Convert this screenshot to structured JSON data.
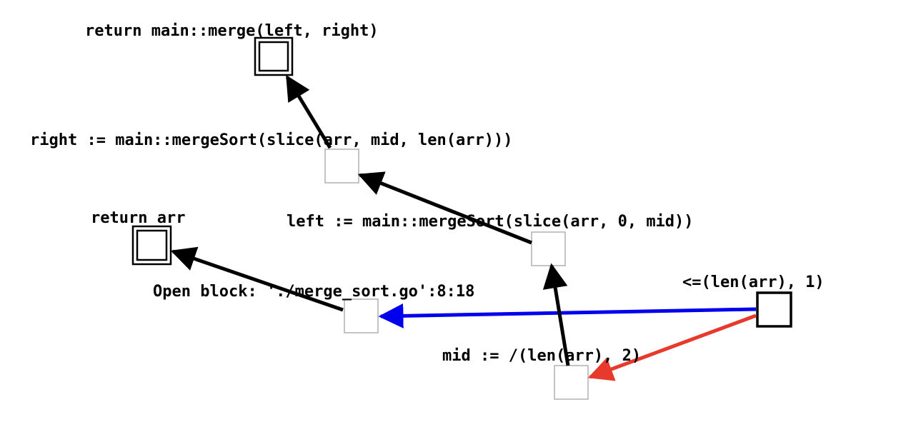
{
  "diagram": {
    "type": "control-flow-graph",
    "nodes": [
      {
        "id": "return_merge",
        "label": "return main::merge(left, right)",
        "kind": "exit"
      },
      {
        "id": "right_assign",
        "label": "right := main::mergeSort(slice(arr, mid, len(arr)))",
        "kind": "block"
      },
      {
        "id": "left_assign",
        "label": "left := main::mergeSort(slice(arr, 0, mid))",
        "kind": "block"
      },
      {
        "id": "return_arr",
        "label": "return arr",
        "kind": "exit"
      },
      {
        "id": "open_block",
        "label": "Open block: './merge_sort.go':8:18",
        "kind": "block"
      },
      {
        "id": "cond",
        "label": "<=(len(arr), 1)",
        "kind": "entry"
      },
      {
        "id": "mid_assign",
        "label": "mid := /(len(arr), 2)",
        "kind": "block"
      }
    ],
    "edges": [
      {
        "from": "cond",
        "to": "open_block",
        "color": "#0000ee",
        "branch": "true"
      },
      {
        "from": "cond",
        "to": "mid_assign",
        "color": "#e8392d",
        "branch": "false"
      },
      {
        "from": "open_block",
        "to": "return_arr",
        "color": "#000000"
      },
      {
        "from": "mid_assign",
        "to": "left_assign",
        "color": "#000000"
      },
      {
        "from": "left_assign",
        "to": "right_assign",
        "color": "#000000"
      },
      {
        "from": "right_assign",
        "to": "return_merge",
        "color": "#000000"
      }
    ]
  }
}
